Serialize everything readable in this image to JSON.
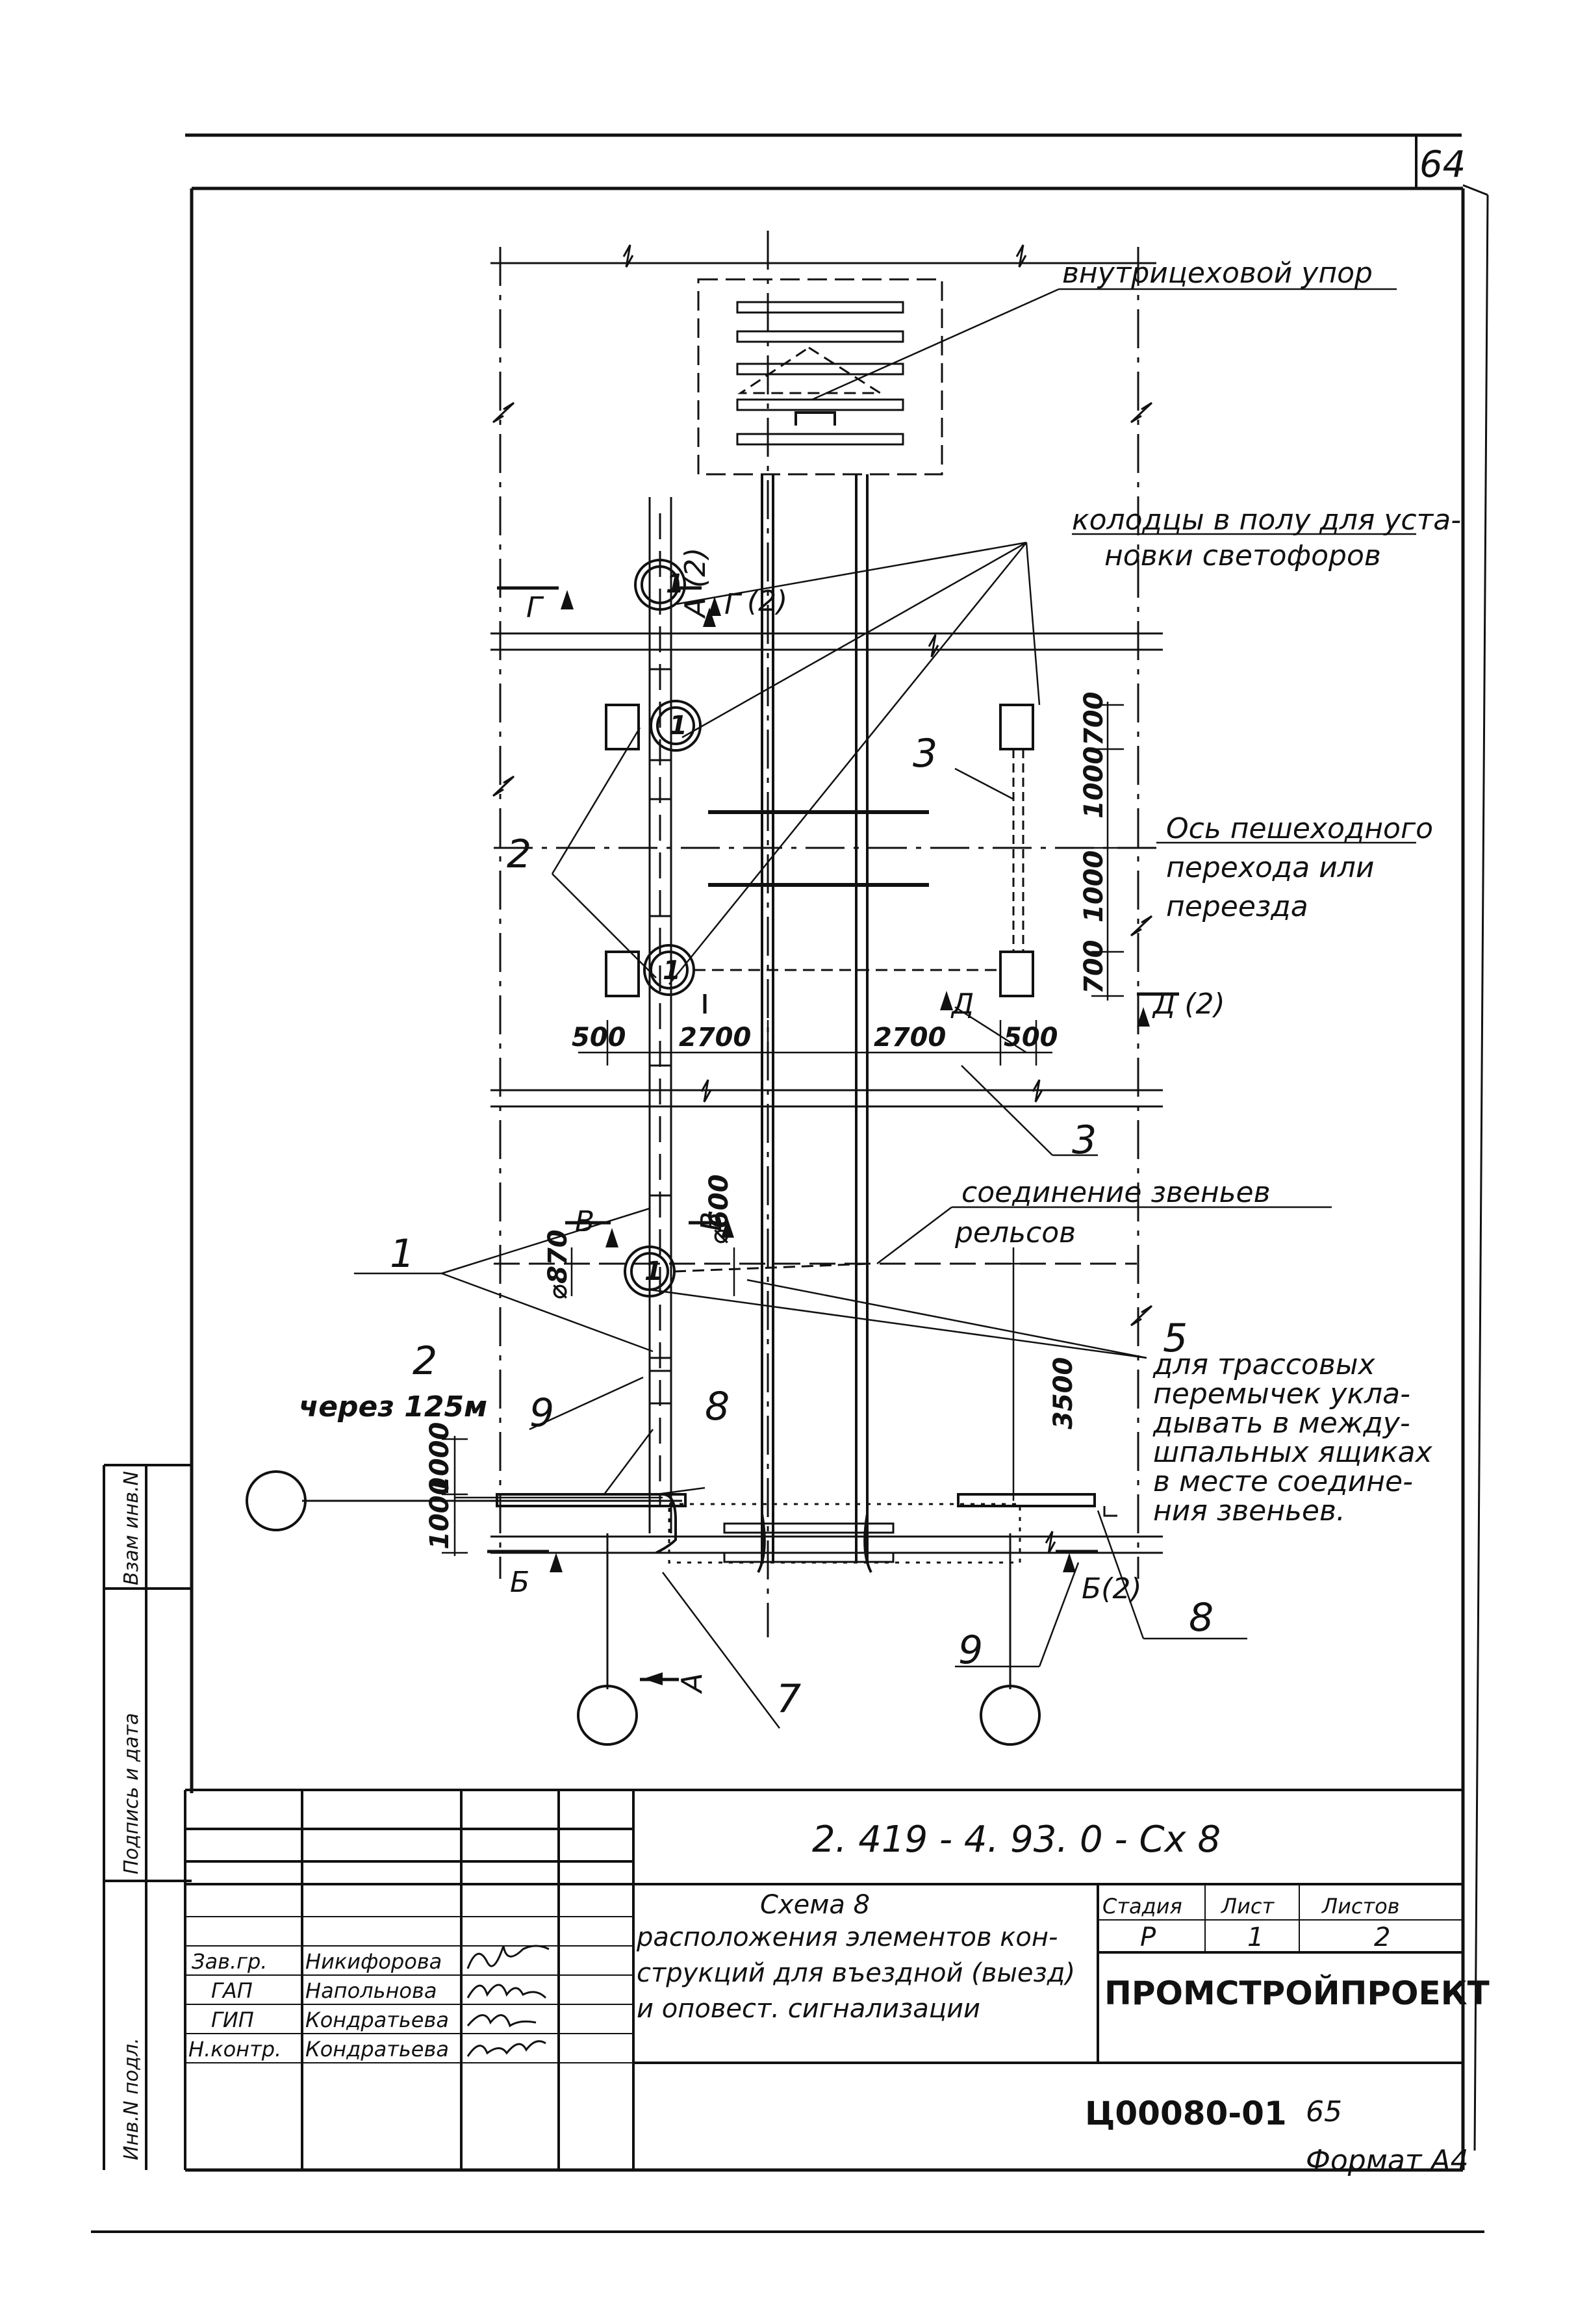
{
  "page_number": "64",
  "labels": {
    "stop": "внутрицеховой упор",
    "wells_line1": "колодцы в полу для уста-",
    "wells_line2": "новки светофоров",
    "axis_line1": "Ось пешеходного",
    "axis_line2": "перехода или",
    "axis_line3": "переезда",
    "joint_line1": "соединение звеньев",
    "joint_line2": "рельсов",
    "jumpers_line1": "для трассовых",
    "jumpers_line2": "перемычек укла-",
    "jumpers_line3": "дывать в между-",
    "jumpers_line4": "шпальных ящиках",
    "jumpers_line5": "в месте соедине-",
    "jumpers_line6": "ния звеньев.",
    "every_125": "через 125м"
  },
  "callouts": {
    "c1": "1",
    "c2a": "2",
    "c2b": "2",
    "c3a": "3",
    "c3b": "3",
    "c5": "5",
    "c7": "7",
    "c8a": "8",
    "c8b": "8",
    "c9a": "9",
    "c9b": "9"
  },
  "sections": {
    "g_left": "Г",
    "g_right": "Г",
    "g_right_sup": "(2)",
    "a_top": "А",
    "a_top_sup": "(2)",
    "a_bottom": "А",
    "d_left": "Д",
    "d_right": "Д (2)",
    "v_left": "В",
    "v_right": "В",
    "b_left": "Б",
    "b_right": "Б(2)"
  },
  "dimensions": {
    "d500_left": "500",
    "d2700_left": "2700",
    "d2700_right": "2700",
    "d500_right": "500",
    "d700_top": "700",
    "d1000_top": "1000",
    "d1000_bottom": "1000",
    "d700_bottom": "700",
    "d600": "⌀600",
    "d870": "⌀870",
    "d3500": "3500",
    "d1000_up": "1000",
    "d1000_down": "1000"
  },
  "well_marks": {
    "w1": "1",
    "w2": "1",
    "w3": "1",
    "w_top": "1"
  },
  "side_stamp": {
    "s1": "Взам инв.N",
    "s2": "Подпись и дата",
    "s3": "Инв.N подл."
  },
  "title_block": {
    "doc_code": "2. 419 - 4. 93. 0 - Сх 8",
    "title_line1": "Схема 8",
    "title_line2": "расположения элементов кон-",
    "title_line3": "струкций для въездной (выезд)",
    "title_line4": "и оповест. сигнализации",
    "stage_label": "Стадия",
    "sheet_label": "Лист",
    "sheets_label": "Листов",
    "stage_value": "Р",
    "sheet_value": "1",
    "sheets_value": "2",
    "company": "ПРОМСТРОЙПРОЕКТ",
    "roles": [
      "Зав.гр.",
      "ГАП",
      "ГИП",
      "Н.контр."
    ],
    "names": [
      "Никифорова",
      "Напольнова",
      "Кондратьева",
      "Кондратьева"
    ]
  },
  "footer": {
    "archive_code": "Ц00080-01",
    "page": "65",
    "format": "Формат А4"
  }
}
